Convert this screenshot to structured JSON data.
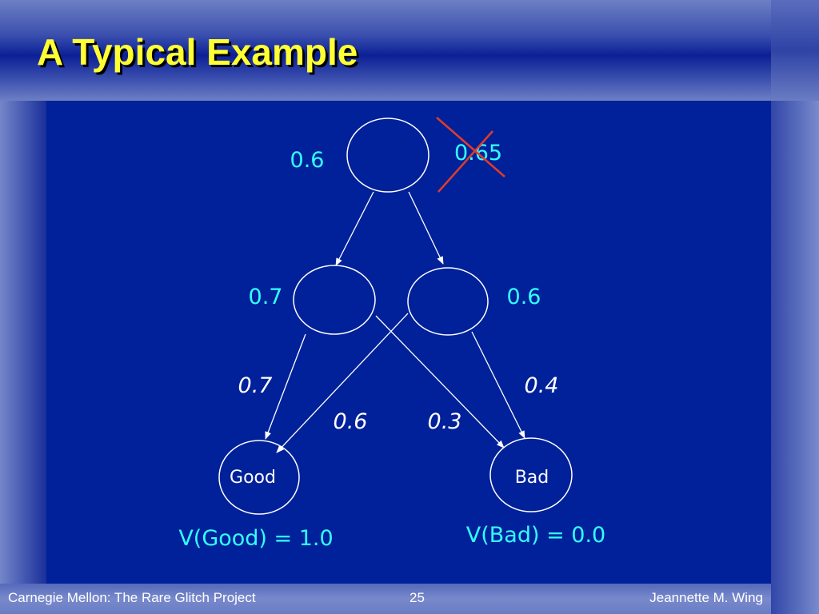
{
  "slide": {
    "title": "A Typical Example",
    "footer_left": "Carnegie Mellon: The Rare Glitch Project",
    "footer_page": "25",
    "footer_right": "Jeannette M. Wing"
  },
  "diagram": {
    "root_value": "0.6",
    "root_crossed_value": "0.65",
    "left_value": "0.7",
    "right_value": "0.6",
    "edge_left_good": "0.7",
    "edge_right_good": "0.6",
    "edge_left_bad": "0.3",
    "edge_right_bad": "0.4",
    "good_label": "Good",
    "bad_label": "Bad",
    "good_value_label": "V(Good) = 1.0",
    "bad_value_label": "V(Bad) = 0.0"
  },
  "colors": {
    "background": "#00219a",
    "title": "#ffff33",
    "value_text": "#33ffff",
    "node_outline": "#ffffff",
    "cross": "#e03b2b"
  }
}
